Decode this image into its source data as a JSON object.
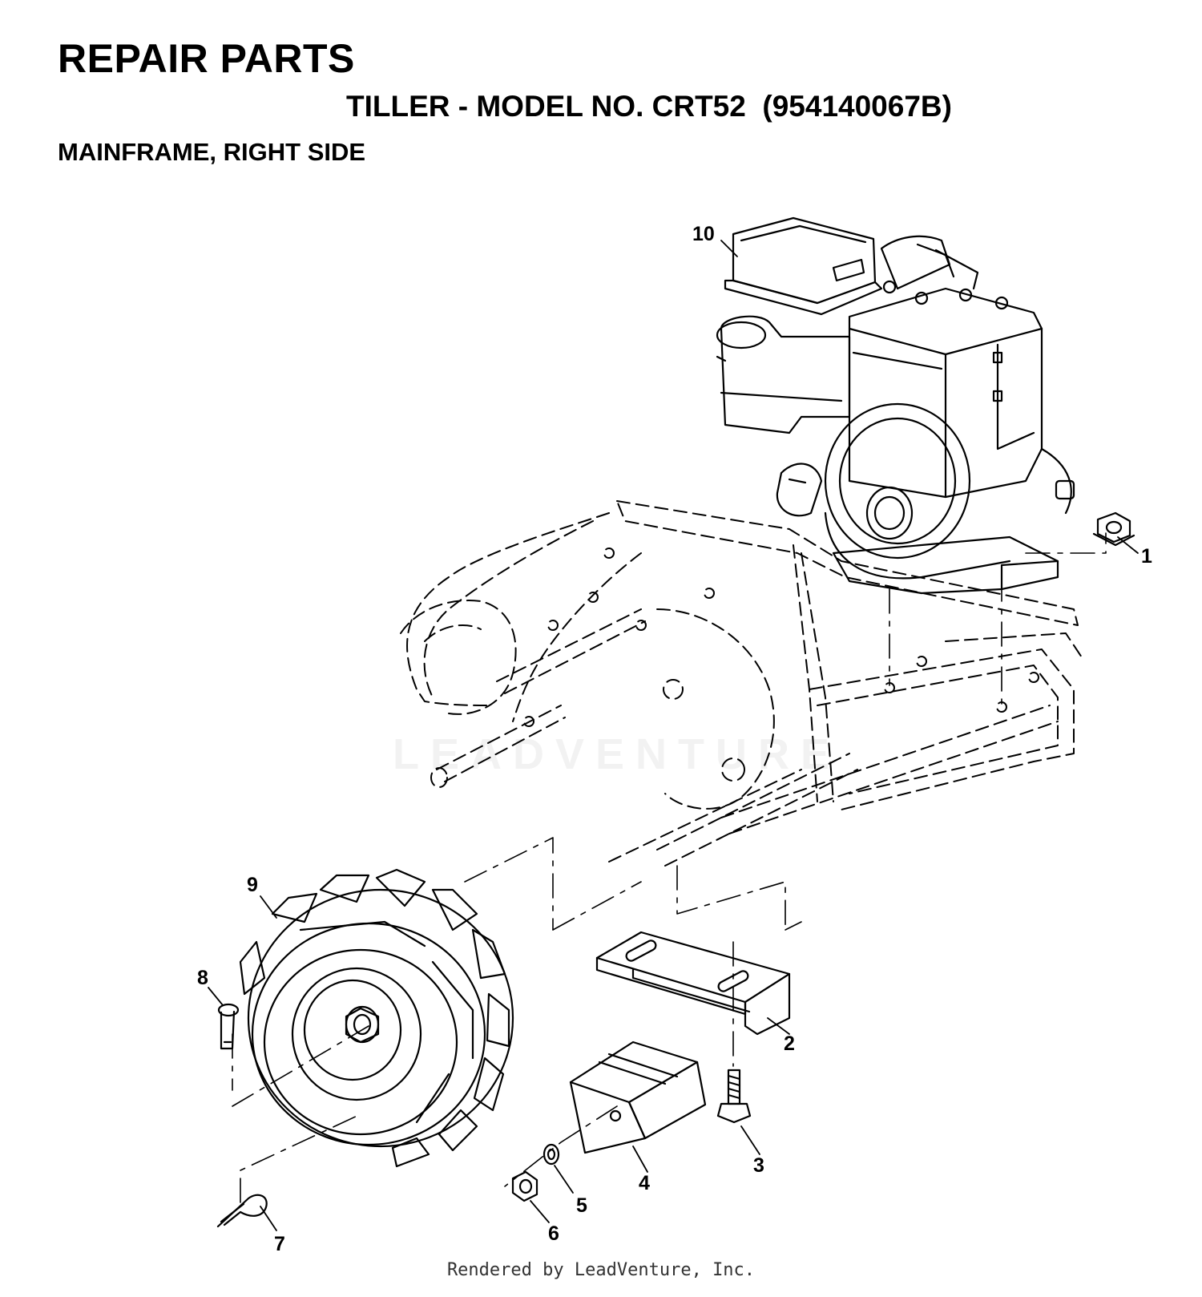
{
  "header": {
    "title": "REPAIR PARTS",
    "subtitle": "TILLER - MODEL NO. CRT52  (954140067B)",
    "section": "MAINFRAME, RIGHT SIDE"
  },
  "callouts": [
    "1",
    "2",
    "3",
    "4",
    "5",
    "6",
    "7",
    "8",
    "9",
    "10"
  ],
  "watermark": "LEADVENTURE",
  "footer": "Rendered by LeadVenture, Inc."
}
